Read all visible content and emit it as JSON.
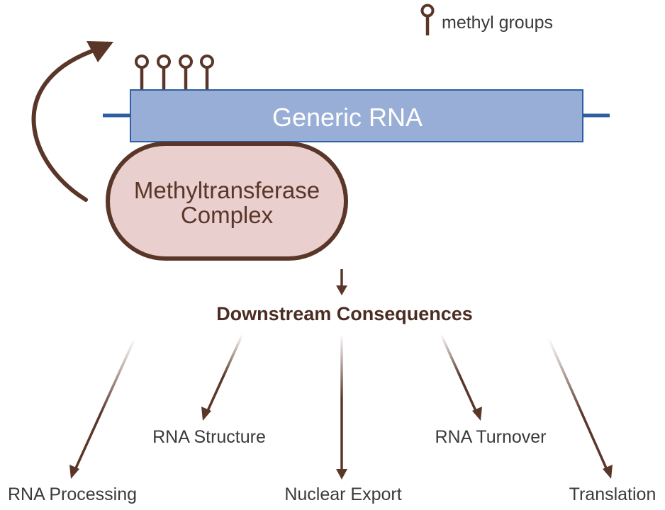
{
  "legend": {
    "label": "methyl groups",
    "icon": "methyl-group-icon"
  },
  "rna": {
    "label": "Generic RNA",
    "fill": "#98aed6",
    "stroke": "#2e5fa0",
    "methyl_group_count": 4
  },
  "complex": {
    "line1": "Methyltransferase",
    "line2": "Complex",
    "fill": "#e9cfcd",
    "stroke": "#5a3629"
  },
  "downstream": {
    "title": "Downstream Consequences",
    "outcomes": [
      {
        "label": "RNA Processing"
      },
      {
        "label": "RNA Structure"
      },
      {
        "label": "Nuclear Export"
      },
      {
        "label": "RNA Turnover"
      },
      {
        "label": "Translation"
      }
    ]
  },
  "colors": {
    "arrow": "#5a3629",
    "text": "#3a3a3a",
    "title": "#4a2c22"
  }
}
